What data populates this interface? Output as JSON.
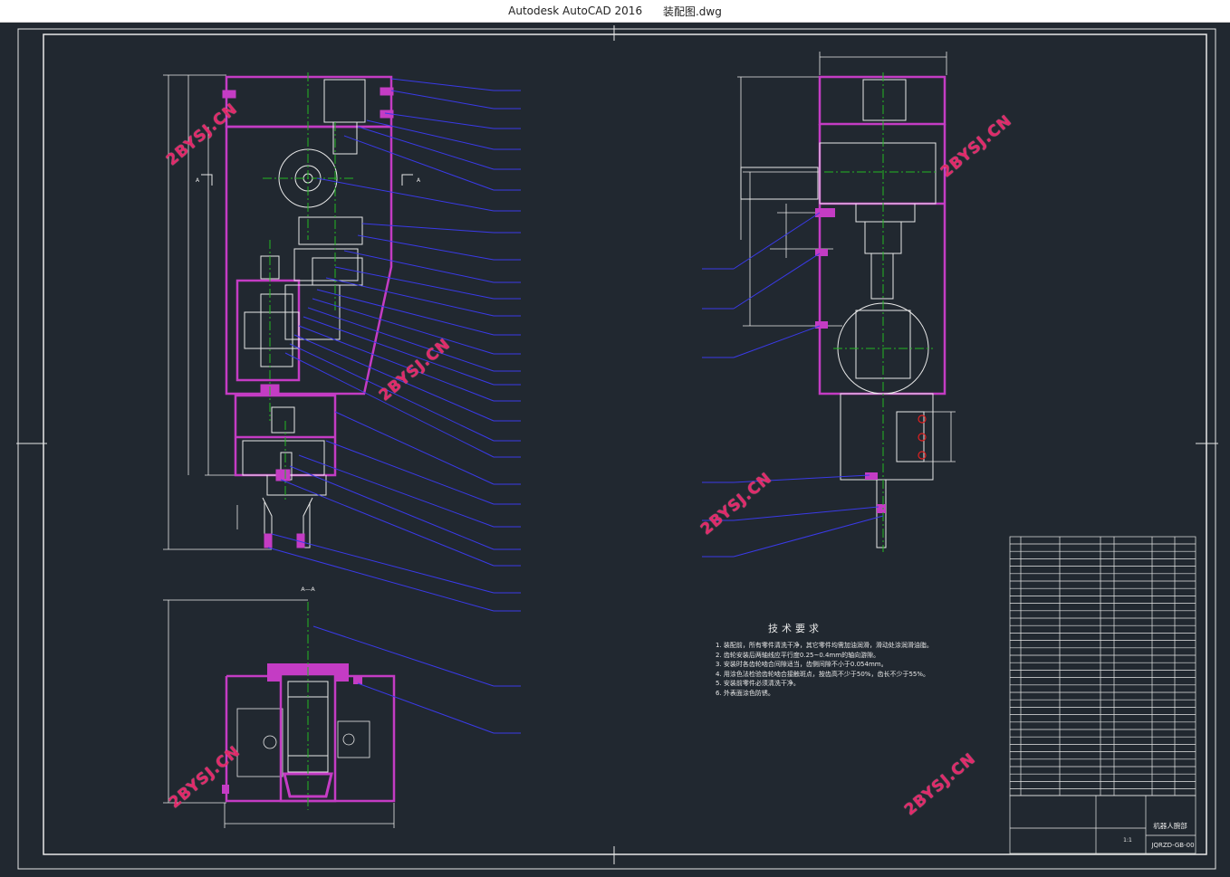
{
  "window": {
    "app_title": "Autodesk AutoCAD 2016",
    "file_name": "装配图.dwg"
  },
  "drawing": {
    "section_label": "A—A",
    "view_marker": "A",
    "technical_requirements": {
      "title": "技术要求",
      "items": [
        "1. 装配前，所有零件清洗干净，其它零件均需加油润滑，滑动处涂润滑油脂。",
        "2. 齿轮安装后两轴线应平行度0.25~0.4mm的轴向游隙。",
        "3. 安装时各齿轮啮合间隙适当，齿侧间隙不小于0.054mm。",
        "4. 用涂色法检验齿轮啮合接触斑点，按齿高不少于50%，齿长不少于55%。",
        "5. 安装前零件必须清洗干净。",
        "6. 外表面涂色防锈。"
      ]
    },
    "title_block": {
      "name": "机器人腕部",
      "drawing_no": "JQRZD-GB-00",
      "scale": "1:1"
    },
    "watermark": "2BYSJ.CN",
    "colors": {
      "background": "#212830",
      "frame": "#e8e8e8",
      "part_outline": "#c43cc4",
      "leader": "#3a3ae8",
      "centerline": "#22b822",
      "watermark": "#e02a6a",
      "hole": "#e02020"
    }
  }
}
